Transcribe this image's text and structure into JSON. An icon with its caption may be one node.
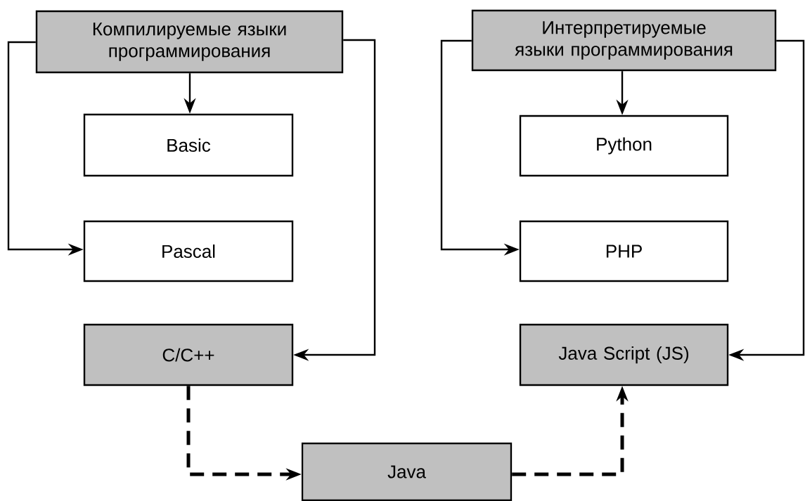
{
  "diagram": {
    "nodes": [
      {
        "text": [
          "Компилируемые языки программирования"
        ]
      },
      {
        "text": [
          "Basic"
        ]
      },
      {
        "text": [
          "Pascal"
        ]
      },
      {
        "text": [
          "C/C++"
        ]
      },
      {
        "text": [
          "Java"
        ]
      },
      {
        "text": [
          "Интерпретируемые языки программирования"
        ]
      },
      {
        "text": [
          "Python"
        ]
      },
      {
        "text": [
          "PHP"
        ]
      },
      {
        "text": [
          "Java Script (JS)"
        ]
      }
    ],
    "edges": [
      {
        "from": 0,
        "to": 1,
        "arrow": "to"
      },
      {
        "from": 0,
        "to": 2,
        "arrow": "to"
      },
      {
        "from": 0,
        "to": 3,
        "arrow": "to"
      },
      {
        "from": 3,
        "to": 4,
        "arrow": "to",
        "style": "dashed"
      },
      {
        "from": 4,
        "to": 8,
        "arrow": "to",
        "style": "dashed"
      },
      {
        "from": 5,
        "to": 6,
        "arrow": "to"
      },
      {
        "from": 5,
        "to": 7,
        "arrow": "to"
      },
      {
        "from": 5,
        "to": 8,
        "arrow": "to"
      }
    ]
  }
}
